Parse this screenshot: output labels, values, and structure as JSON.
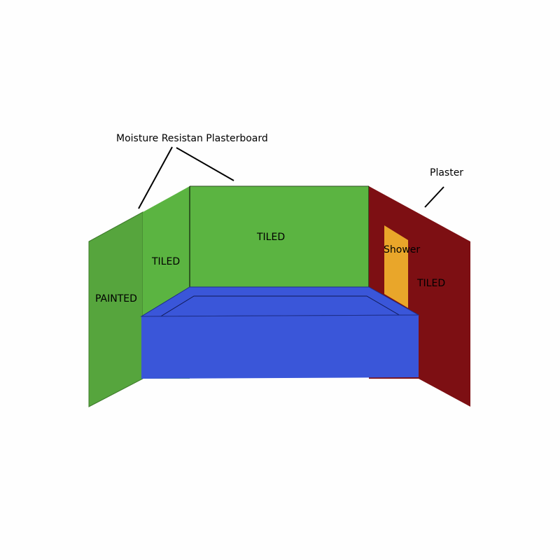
{
  "labels": {
    "moisture_board": "Moisture Resistan Plasterboard",
    "plaster": "Plaster",
    "left_outer": "PAINTED",
    "left_inner": "TILED",
    "back": "TILED",
    "right": "TILED",
    "shower": "Shower"
  },
  "colors": {
    "background": "#fefefe",
    "painted_wall": "#56a53d",
    "tiled_wall": "#5bb441",
    "plaster_wall": "#7d0f13",
    "bath": "#3a56d9",
    "shower": "#e9a62a",
    "outline": "#000000"
  }
}
